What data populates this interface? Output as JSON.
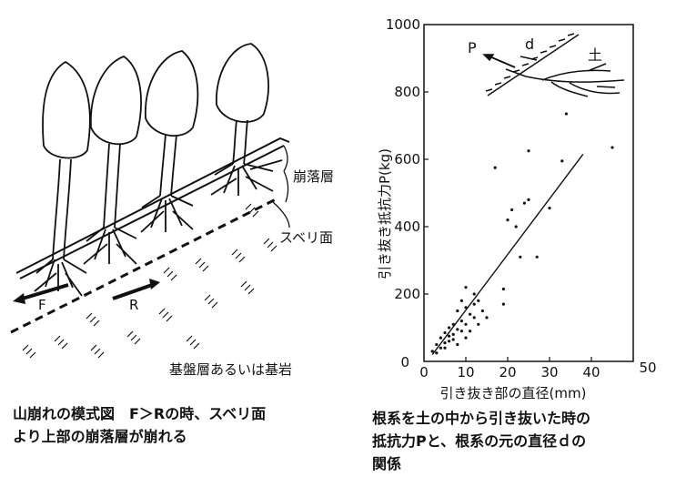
{
  "landslide_figure": {
    "labels": {
      "collapse_layer": "崩落層",
      "slip_surface": "スベリ面",
      "bedrock": "基盤層あるいは基岩",
      "force_f": "F",
      "force_r": "R"
    },
    "caption_lines": [
      "山崩れの模式図　F＞Rの時、スベリ面",
      "より上部の崩落層が崩れる"
    ]
  },
  "pullout_chart": {
    "inset": {
      "p": "P",
      "d": "d",
      "soil": "土"
    },
    "caption_lines": [
      "根系を土の中から引き抜いた時の",
      "抵抗力Pと、根系の元の直径ｄの",
      "関係"
    ]
  },
  "chart_data": {
    "type": "scatter",
    "title": "",
    "xlabel": "引き抜き部の直径(mm)",
    "ylabel": "引き抜き抵抗力P(kg)",
    "xlim": [
      0,
      50
    ],
    "ylim": [
      0,
      1000
    ],
    "x_ticks": [
      "0",
      "10",
      "20",
      "30",
      "40",
      "50"
    ],
    "y_ticks": [
      "200",
      "400",
      "600",
      "800",
      "1000"
    ],
    "grid": false,
    "legend": "none",
    "trend_line": {
      "x": [
        2,
        38
      ],
      "y": [
        20,
        615
      ]
    },
    "points": [
      [
        2,
        30
      ],
      [
        3,
        50
      ],
      [
        3,
        25
      ],
      [
        4,
        40
      ],
      [
        4,
        70
      ],
      [
        5,
        55
      ],
      [
        5,
        85
      ],
      [
        5,
        40
      ],
      [
        6,
        100
      ],
      [
        6,
        60
      ],
      [
        6,
        75
      ],
      [
        7,
        110
      ],
      [
        7,
        80
      ],
      [
        7,
        65
      ],
      [
        8,
        95
      ],
      [
        8,
        150
      ],
      [
        8,
        50
      ],
      [
        9,
        120
      ],
      [
        9,
        90
      ],
      [
        9,
        180
      ],
      [
        10,
        110
      ],
      [
        10,
        160
      ],
      [
        10,
        70
      ],
      [
        10,
        220
      ],
      [
        11,
        140
      ],
      [
        11,
        90
      ],
      [
        12,
        130
      ],
      [
        12,
        170
      ],
      [
        12,
        200
      ],
      [
        13,
        110
      ],
      [
        13,
        180
      ],
      [
        14,
        150
      ],
      [
        15,
        130
      ],
      [
        17,
        575
      ],
      [
        19,
        170
      ],
      [
        19,
        215
      ],
      [
        20,
        420
      ],
      [
        21,
        450
      ],
      [
        22,
        400
      ],
      [
        23,
        310
      ],
      [
        24,
        470
      ],
      [
        25,
        625
      ],
      [
        25,
        480
      ],
      [
        27,
        310
      ],
      [
        30,
        455
      ],
      [
        33,
        595
      ],
      [
        34,
        735
      ],
      [
        45,
        635
      ]
    ]
  }
}
